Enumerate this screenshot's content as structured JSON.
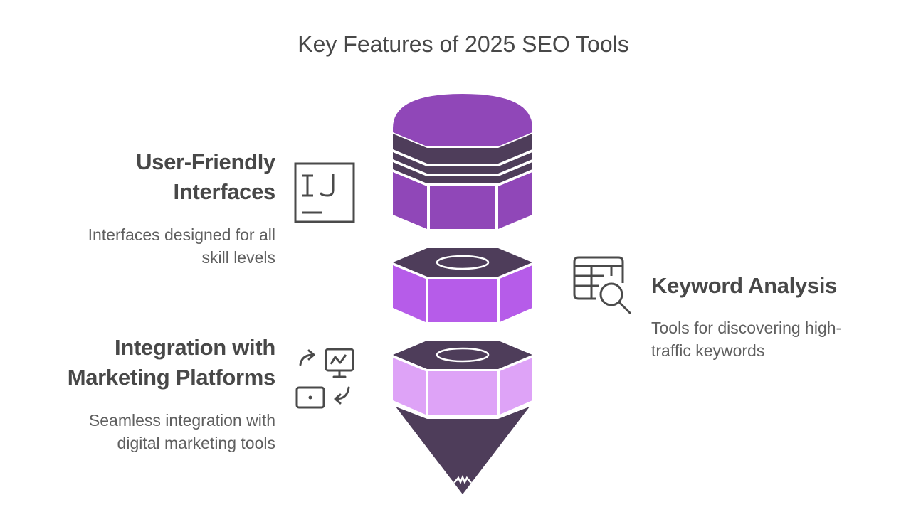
{
  "title": "Key Features of 2025 SEO Tools",
  "colors": {
    "dark": "#4e3d5a",
    "purple_top": "#9047b8",
    "purple_mid": "#b65ce9",
    "purple_light": "#dea3f7",
    "text_title": "#484848",
    "text_desc": "#5f5f5f",
    "icon_stroke": "#4a4a4a"
  },
  "features": [
    {
      "id": "user-friendly",
      "title_line1": "User-Friendly",
      "title_line2": "Interfaces",
      "desc_line1": "Interfaces designed for all",
      "desc_line2": "skill levels",
      "icon": "ij-editor-icon",
      "side": "left"
    },
    {
      "id": "keyword-analysis",
      "title_line1": "Keyword Analysis",
      "desc_line1": "Tools for discovering high-",
      "desc_line2": "traffic keywords",
      "icon": "table-search-icon",
      "side": "right"
    },
    {
      "id": "integration",
      "title_line1": "Integration with",
      "title_line2": "Marketing Platforms",
      "desc_line1": "Seamless integration with",
      "desc_line2": "digital marketing tools",
      "icon": "sync-devices-icon",
      "side": "left"
    }
  ]
}
